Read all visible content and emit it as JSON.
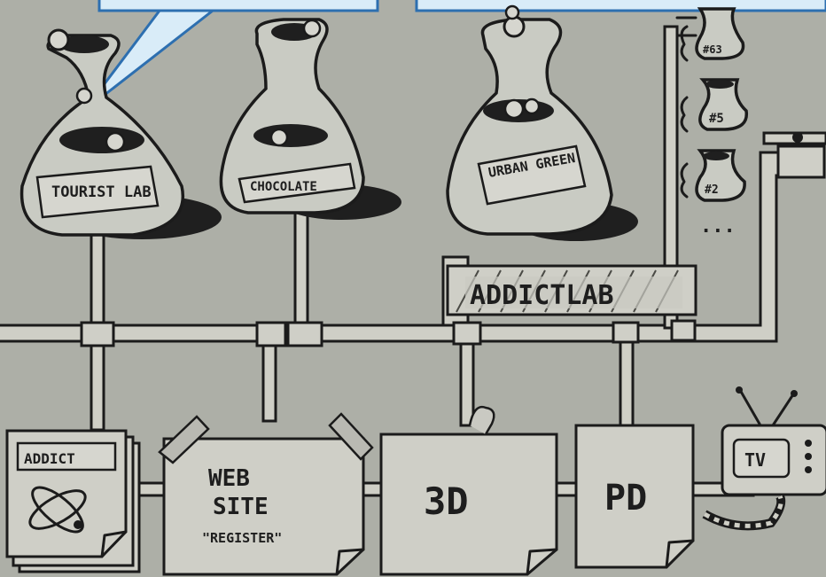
{
  "labs": [
    {
      "id": "tourist",
      "label": "TOURIST LAB"
    },
    {
      "id": "chocolate",
      "label": "CHOCOLATE"
    },
    {
      "id": "urban",
      "label": "URBAN GREEN"
    }
  ],
  "hub": {
    "label": "ADDICTLAB"
  },
  "mini_labs": [
    {
      "label": "#63"
    },
    {
      "label": "#5"
    },
    {
      "label": "#2"
    },
    {
      "label": "..."
    }
  ],
  "outputs": [
    {
      "id": "addict",
      "label": "ADDICT"
    },
    {
      "id": "website",
      "line1": "WEB",
      "line2": "SITE",
      "line3": "\"REGISTER\""
    },
    {
      "id": "threed",
      "label": "3D"
    },
    {
      "id": "pd",
      "label": "PD"
    },
    {
      "id": "tv",
      "label": "TV"
    }
  ]
}
